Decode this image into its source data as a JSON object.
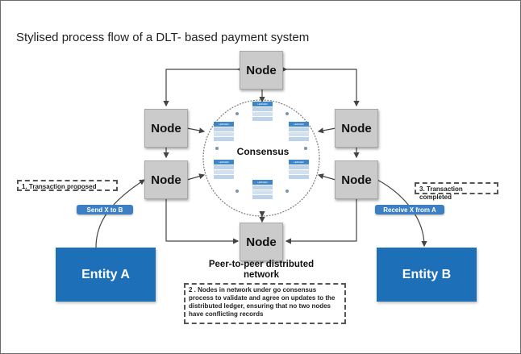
{
  "diagram": {
    "title": "Stylised process flow of a DLT- based payment system",
    "nodes": [
      {
        "id": "top",
        "label": "Node"
      },
      {
        "id": "upper-left",
        "label": "Node"
      },
      {
        "id": "upper-right",
        "label": "Node"
      },
      {
        "id": "lower-left",
        "label": "Node"
      },
      {
        "id": "lower-right",
        "label": "Node"
      },
      {
        "id": "bottom",
        "label": "Node"
      }
    ],
    "consensus_label": "Consensus",
    "ledger_tab": "LEDGER",
    "network_label": "Peer-to-peer distributed network",
    "entities": {
      "a": "Entity A",
      "b": "Entity B"
    },
    "arrows": {
      "send": "Send X to B",
      "receive": "Receive X from A"
    },
    "steps": [
      "1. Transaction proposed",
      "2 . Nodes in network under go consensus process to validate and agree on updates to the distributed ledger, ensuring that no two nodes have conflicting records",
      "3. Transaction completed"
    ],
    "colors": {
      "entity": "#1d6fb8",
      "pill": "#3c7fc2",
      "node": "#cbcbcb",
      "circle_dots": "#7b93b0"
    }
  }
}
